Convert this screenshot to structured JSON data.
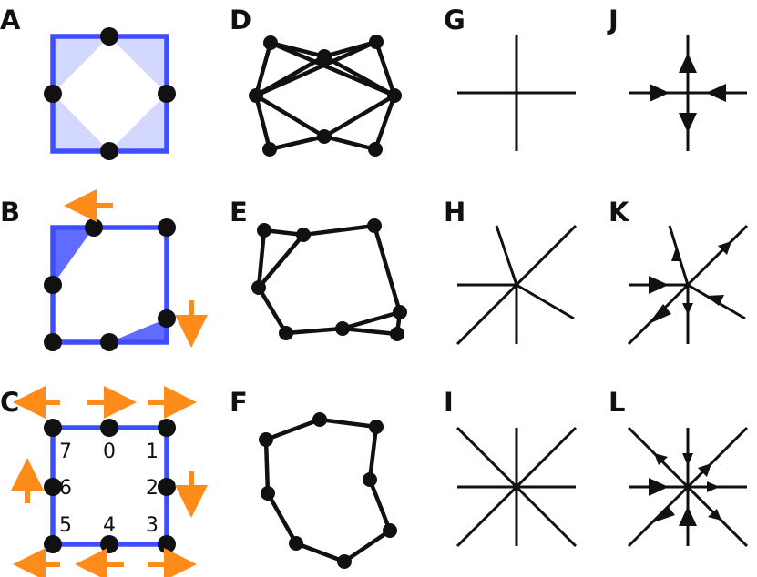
{
  "panel_labels": [
    "A",
    "B",
    "C",
    "D",
    "E",
    "F",
    "G",
    "H",
    "I",
    "J",
    "K",
    "L"
  ],
  "grid_numbers": [
    "7",
    "0",
    "1",
    "6",
    "2",
    "5",
    "4",
    "3"
  ],
  "colors": {
    "square": "#3d4dff",
    "fill_light": "#d2d8ff",
    "fill_dark": "#5f6cff",
    "arrow": "#ff8c1a",
    "ink": "#111111"
  }
}
